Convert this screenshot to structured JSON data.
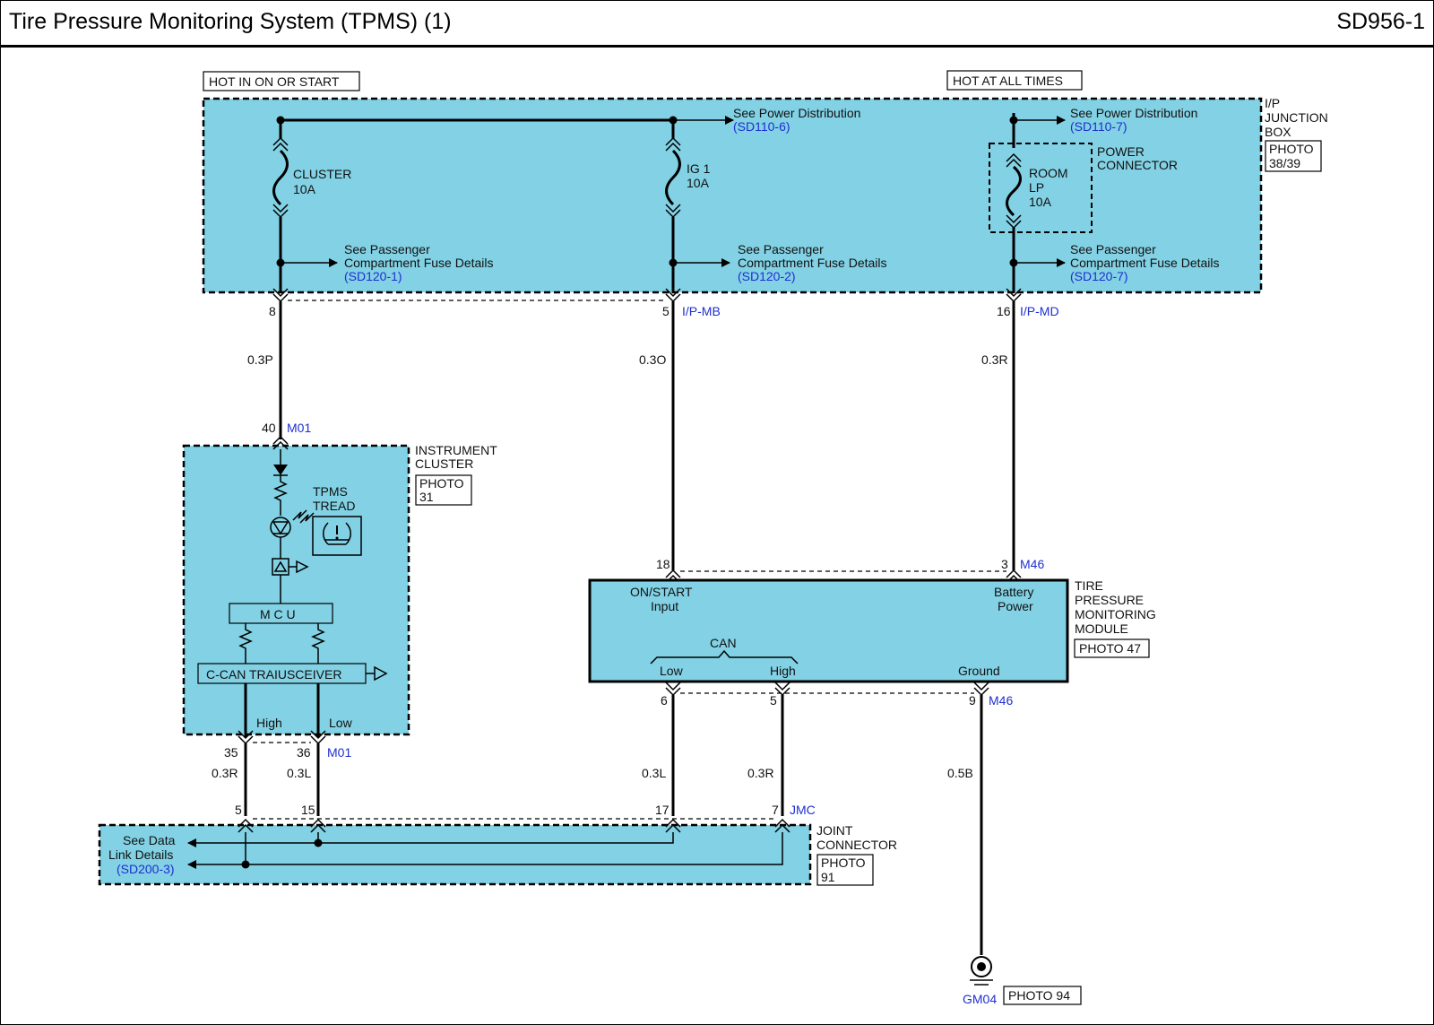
{
  "header": {
    "title": "Tire Pressure Monitoring System (TPMS) (1)",
    "code": "SD956-1"
  },
  "power": {
    "hot_on_start": "HOT IN ON OR START",
    "hot_all_times": "HOT AT ALL TIMES"
  },
  "junction_box": {
    "name": [
      "I/P",
      "JUNCTION",
      "BOX"
    ],
    "photo": [
      "PHOTO",
      "38/39"
    ],
    "fuses": {
      "cluster": [
        "CLUSTER",
        "10A"
      ],
      "ig1": [
        "IG 1",
        "10A"
      ],
      "room": [
        "ROOM",
        "LP",
        "10A"
      ]
    },
    "power_connector": [
      "POWER",
      "CONNECTOR"
    ],
    "see_power": "See Power Distribution",
    "ref_sd110_6": "(SD110-6)",
    "ref_sd110_7": "(SD110-7)",
    "see_passenger": [
      "See Passenger",
      "Compartment Fuse Details"
    ],
    "ref_sd120_1": "(SD120-1)",
    "ref_sd120_2": "(SD120-2)",
    "ref_sd120_7": "(SD120-7)"
  },
  "pins": {
    "p8": "8",
    "p5": "5",
    "ipmb": "I/P-MB",
    "p16": "16",
    "ipmd": "I/P-MD",
    "p40": "40",
    "m01": "M01",
    "p18": "18",
    "p3": "3",
    "m46": "M46",
    "p6": "6",
    "p5b": "5",
    "p9": "9",
    "p35": "35",
    "p36": "36",
    "j5": "5",
    "j15": "15",
    "j17": "17",
    "j7": "7",
    "jmc": "JMC"
  },
  "wires": {
    "w03p": "0.3P",
    "w03o": "0.3O",
    "w03r": "0.3R",
    "w03l": "0.3L",
    "w05b": "0.5B"
  },
  "cluster": {
    "name": [
      "INSTRUMENT",
      "CLUSTER"
    ],
    "photo": [
      "PHOTO",
      "31"
    ],
    "tpms": [
      "TPMS",
      "TREAD"
    ],
    "mcu": "M C U",
    "transceiver": "C-CAN TRAIUSCEIVER",
    "high": "High",
    "low": "Low"
  },
  "module": {
    "name": [
      "TIRE",
      "PRESSURE",
      "MONITORING",
      "MODULE"
    ],
    "photo": "PHOTO 47",
    "on_start": [
      "ON/START",
      "Input"
    ],
    "battery": [
      "Battery",
      "Power"
    ],
    "can": "CAN",
    "low": "Low",
    "high": "High",
    "ground": "Ground"
  },
  "joint": {
    "name": [
      "JOINT",
      "CONNECTOR"
    ],
    "photo": [
      "PHOTO",
      "91"
    ],
    "see_data": [
      "See Data",
      "Link Details"
    ],
    "ref": "(SD200-3)"
  },
  "ground": {
    "id": "GM04",
    "photo": "PHOTO 94"
  }
}
